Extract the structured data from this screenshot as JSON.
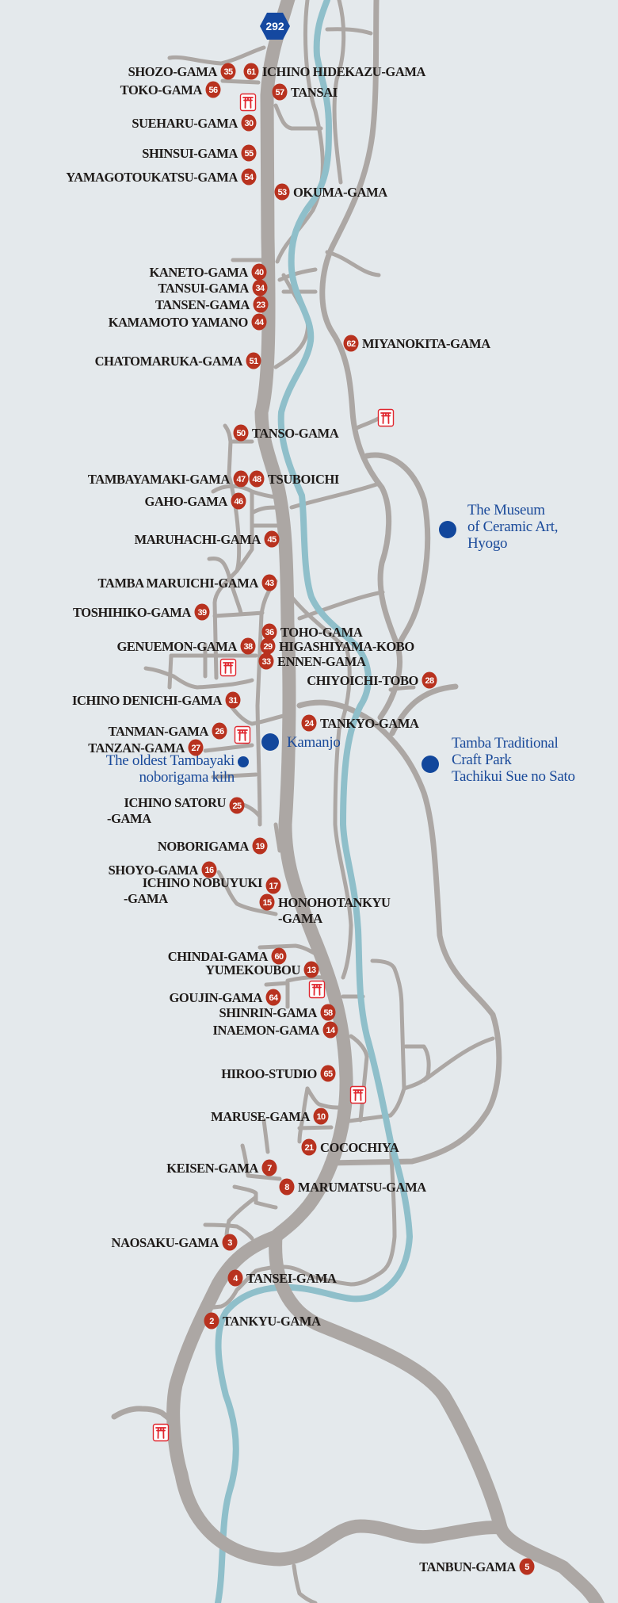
{
  "route_shield": {
    "number": "292",
    "color": "#1448a0"
  },
  "colors": {
    "kiln_marker": "#b8321f",
    "place_marker": "#12479c",
    "torii": "#e0262e",
    "road": "#aca7a4",
    "river": "#8fbfca",
    "background": "#e4e9ec"
  },
  "markers": [
    {
      "num": "35",
      "lines": [
        "SHOZO-GAMA"
      ]
    },
    {
      "num": "61",
      "lines": [
        "ICHINO HIDEKAZU-GAMA"
      ]
    },
    {
      "num": "56",
      "lines": [
        "TOKO-GAMA"
      ]
    },
    {
      "num": "57",
      "lines": [
        "TANSAI"
      ]
    },
    {
      "num": "30",
      "lines": [
        "SUEHARU-GAMA"
      ]
    },
    {
      "num": "55",
      "lines": [
        "SHINSUI-GAMA"
      ]
    },
    {
      "num": "54",
      "lines": [
        "YAMAGOTOUKATSU-GAMA"
      ]
    },
    {
      "num": "53",
      "lines": [
        "OKUMA-GAMA"
      ]
    },
    {
      "num": "40",
      "lines": [
        "KANETO-GAMA"
      ]
    },
    {
      "num": "34",
      "lines": [
        "TANSUI-GAMA"
      ]
    },
    {
      "num": "23",
      "lines": [
        "TANSEN-GAMA"
      ]
    },
    {
      "num": "44",
      "lines": [
        "KAMAMOTO YAMANO"
      ]
    },
    {
      "num": "62",
      "lines": [
        "MIYANOKITA-GAMA"
      ]
    },
    {
      "num": "51",
      "lines": [
        "CHATOMARUKA-GAMA"
      ]
    },
    {
      "num": "50",
      "lines": [
        "TANSO-GAMA"
      ]
    },
    {
      "num": "47",
      "lines": [
        "TAMBAYAMAKI-GAMA"
      ]
    },
    {
      "num": "48",
      "lines": [
        "TSUBOICHI"
      ]
    },
    {
      "num": "46",
      "lines": [
        "GAHO-GAMA"
      ]
    },
    {
      "num": "45",
      "lines": [
        "MARUHACHI-GAMA"
      ]
    },
    {
      "num": "43",
      "lines": [
        "TAMBA MARUICHI-GAMA"
      ]
    },
    {
      "num": "39",
      "lines": [
        "TOSHIHIKO-GAMA"
      ]
    },
    {
      "num": "36",
      "lines": [
        "TOHO-GAMA"
      ]
    },
    {
      "num": "38",
      "lines": [
        "GENUEMON-GAMA"
      ]
    },
    {
      "num": "29",
      "lines": [
        "HIGASHIYAMA-KOBO"
      ]
    },
    {
      "num": "33",
      "lines": [
        "ENNEN-GAMA"
      ]
    },
    {
      "num": "28",
      "lines": [
        "CHIYOICHI-TOBO"
      ]
    },
    {
      "num": "31",
      "lines": [
        "ICHINO DENICHI-GAMA"
      ]
    },
    {
      "num": "24",
      "lines": [
        "TANKYO-GAMA"
      ]
    },
    {
      "num": "26",
      "lines": [
        "TANMAN-GAMA"
      ]
    },
    {
      "num": "27",
      "lines": [
        "TANZAN-GAMA"
      ]
    },
    {
      "num": "25",
      "lines": [
        "ICHINO SATORU",
        "-GAMA"
      ]
    },
    {
      "num": "19",
      "lines": [
        "NOBORIGAMA"
      ]
    },
    {
      "num": "16",
      "lines": [
        "SHOYO-GAMA"
      ]
    },
    {
      "num": "17",
      "lines": [
        "ICHINO NOBUYUKI",
        "-GAMA"
      ]
    },
    {
      "num": "15",
      "lines": [
        "HONOHOTANKYU",
        "-GAMA"
      ]
    },
    {
      "num": "60",
      "lines": [
        "CHINDAI-GAMA"
      ]
    },
    {
      "num": "13",
      "lines": [
        "YUMEKOUBOU"
      ]
    },
    {
      "num": "64",
      "lines": [
        "GOUJIN-GAMA"
      ]
    },
    {
      "num": "58",
      "lines": [
        "SHINRIN-GAMA"
      ]
    },
    {
      "num": "14",
      "lines": [
        "INAEMON-GAMA"
      ]
    },
    {
      "num": "65",
      "lines": [
        "HIROO-STUDIO"
      ]
    },
    {
      "num": "10",
      "lines": [
        "MARUSE-GAMA"
      ]
    },
    {
      "num": "21",
      "lines": [
        "COCOCHIYA"
      ]
    },
    {
      "num": "7",
      "lines": [
        "KEISEN-GAMA"
      ]
    },
    {
      "num": "8",
      "lines": [
        "MARUMATSU-GAMA"
      ]
    },
    {
      "num": "3",
      "lines": [
        "NAOSAKU-GAMA"
      ]
    },
    {
      "num": "4",
      "lines": [
        "TANSEI-GAMA"
      ]
    },
    {
      "num": "2",
      "lines": [
        "TANKYU-GAMA"
      ]
    },
    {
      "num": "5",
      "lines": [
        "TANBUN-GAMA"
      ]
    }
  ],
  "places": [
    {
      "id": "museum",
      "lines": [
        "The Museum",
        "of Ceramic Art,",
        "Hyogo"
      ]
    },
    {
      "id": "kamanjo",
      "lines": [
        "Kamanjo"
      ]
    },
    {
      "id": "oldest-kiln",
      "lines": [
        "The oldest Tambayaki",
        "noborigama kiln"
      ]
    },
    {
      "id": "craft-park",
      "lines": [
        "Tamba Traditional",
        "Craft Park",
        "Tachikui Sue no Sato"
      ]
    }
  ],
  "shrine_icon": "torii-icon"
}
